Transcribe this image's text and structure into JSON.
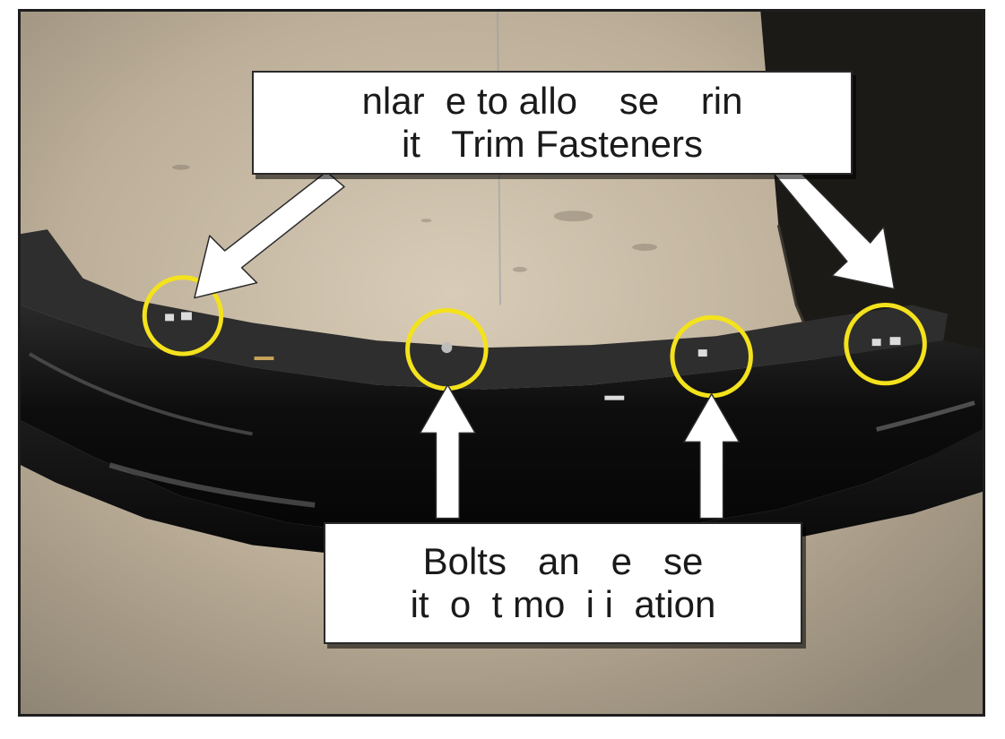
{
  "figure": {
    "callouts": {
      "top": {
        "line1": "nlar  e to allo    se    rin",
        "line2": "it   Trim Fasteners"
      },
      "bottom": {
        "line1": "Bolts   an   e   se",
        "line2": "it  o  t mo  i i  ation"
      }
    },
    "colors": {
      "highlight_ring": "#f4e21c",
      "arrow": "#ffffff",
      "callout_border": "#2a2a2a",
      "bumper": "#141414",
      "floor": "#b9ab95"
    },
    "icons": [
      "highlight-circle",
      "pointer-arrow"
    ]
  }
}
